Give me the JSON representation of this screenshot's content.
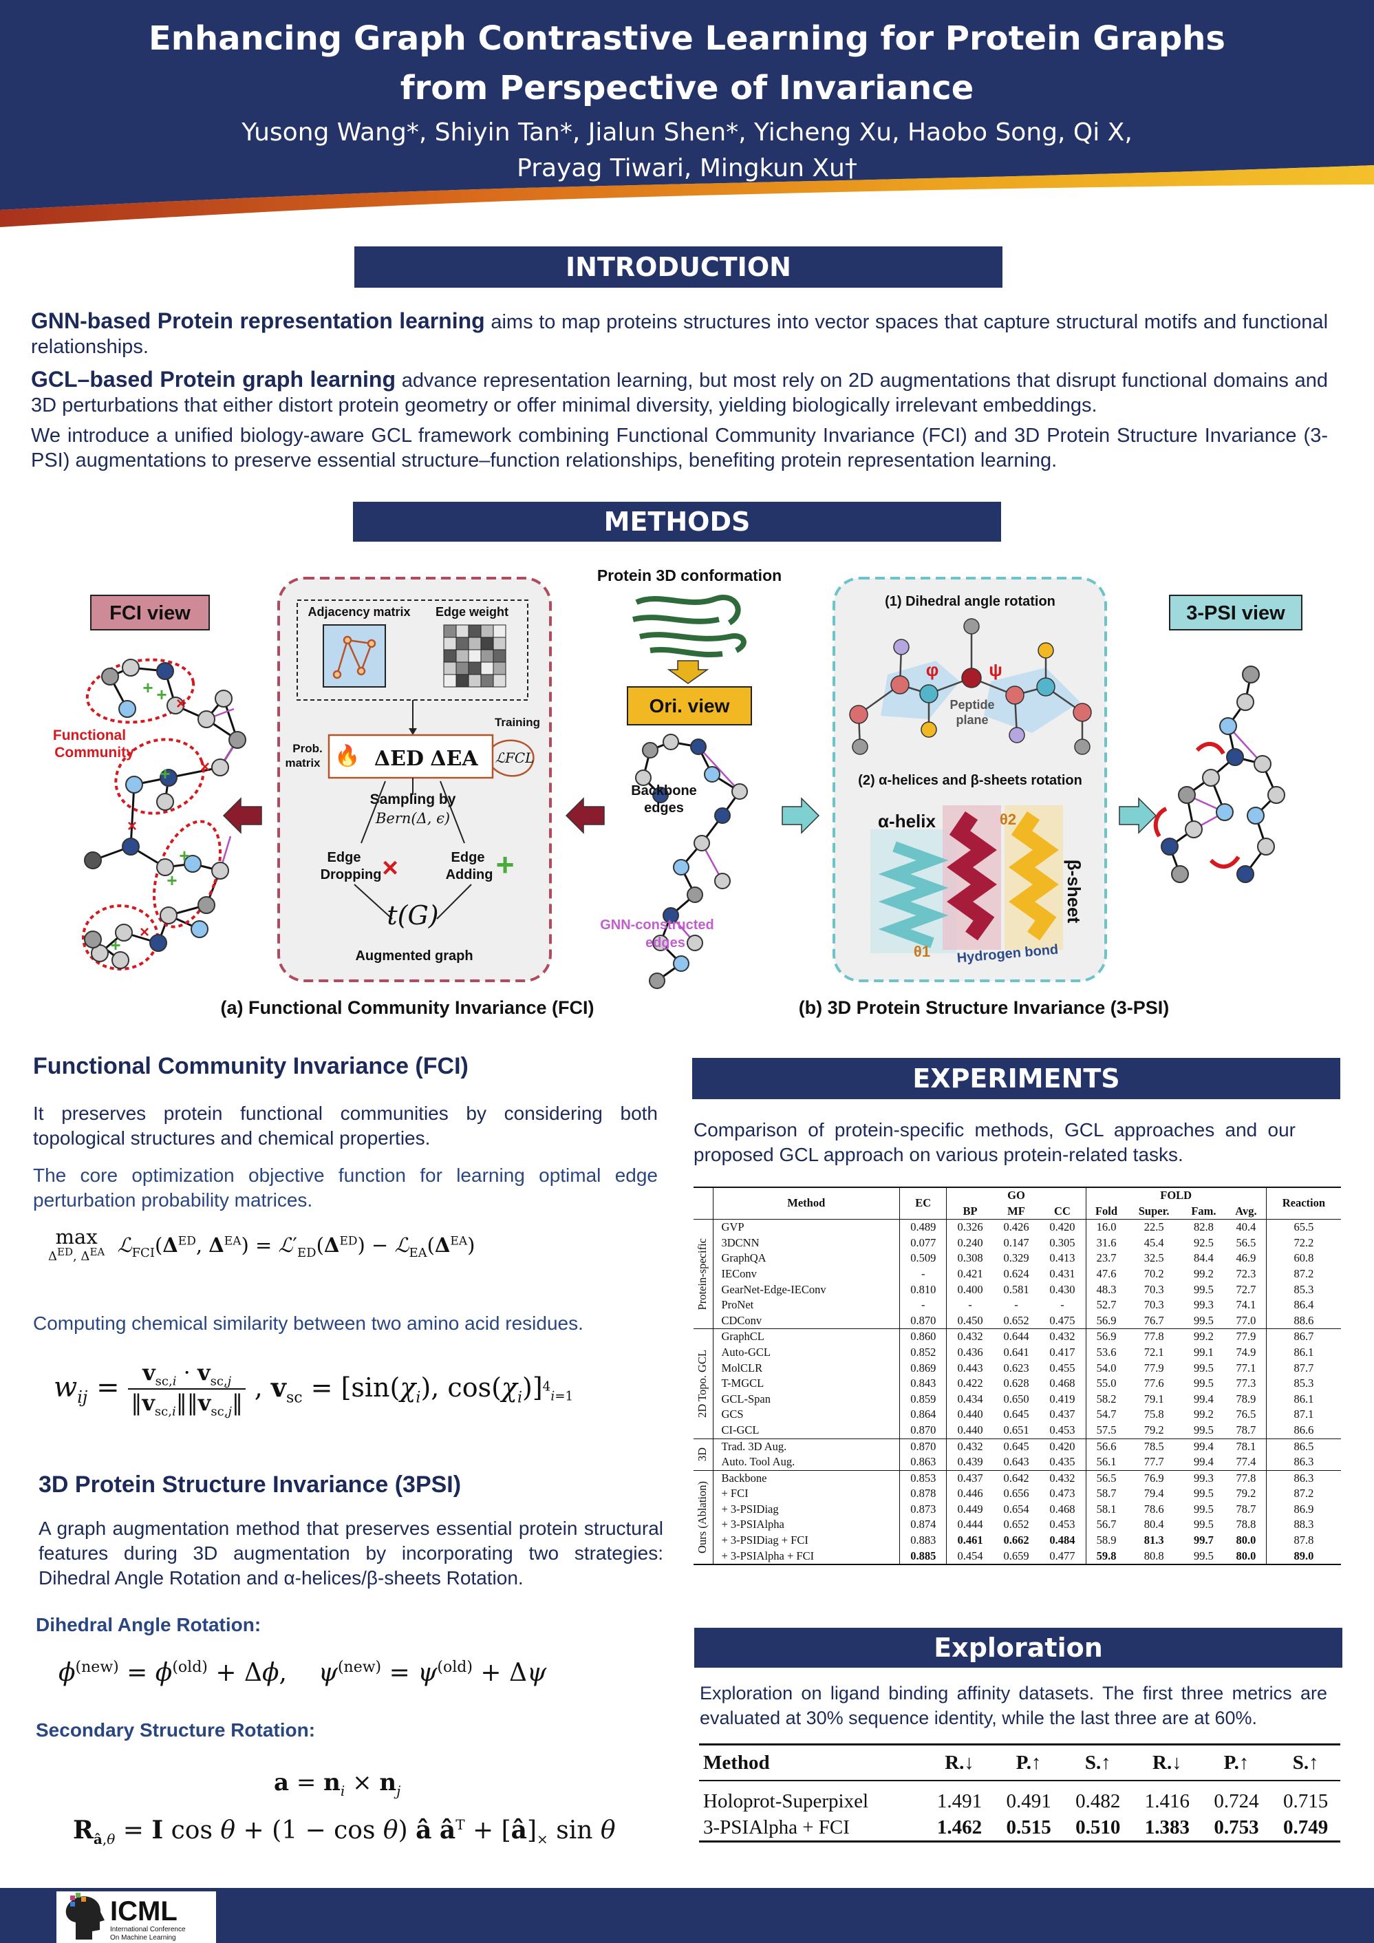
{
  "header": {
    "title_line1": "Enhancing Graph Contrastive Learning for Protein Graphs",
    "title_line2": "from Perspective of Invariance",
    "authors_line1": "Yusong Wang*, Shiyin Tan*, Jialun Shen*, Yicheng Xu, Haobo Song, Qi X,",
    "authors_line2": "Prayag Tiwari,  Mingkun Xu†"
  },
  "colors": {
    "navy": "#243468",
    "gold": "#e9a91e",
    "red": "#c5364a"
  },
  "introduction": {
    "heading": "INTRODUCTION",
    "p1_bold": "GNN-based Protein representation learning",
    "p1_rest": " aims to map proteins structures into vector spaces that capture structural motifs and functional relationships.",
    "p2_bold": "GCL–based Protein graph learning",
    "p2_rest": " advance representation learning, but most rely on 2D augmentations that disrupt functional domains and 3D perturbations that either distort protein geometry or offer minimal diversity, yielding biologically irrelevant embeddings.",
    "p3": "We introduce a unified biology-aware GCL framework combining Functional Community Invariance (FCI) and 3D Protein Structure Invariance (3-PSI) augmentations to preserve essential structure–function relationships, benefiting protein representation learning."
  },
  "methods": {
    "heading": "METHODS",
    "figure": {
      "fci_view": "FCI view",
      "psi_view": "3-PSI view",
      "functional_community_1": "Functional",
      "functional_community_2": "Community",
      "adjacency_matrix": "Adjacency matrix",
      "edge_weight": "Edge weight",
      "prob_matrix_1": "Prob.",
      "prob_matrix_2": "matrix",
      "training": "Training",
      "delta_ed": "ΔED",
      "delta_ea": "ΔEA",
      "loss_fcl": "ℒFCL",
      "sampling_1": "Sampling by",
      "sampling_2": "Bern(Δ, ϵ)",
      "edge_dropping_1": "Edge",
      "edge_dropping_2": "Dropping",
      "edge_adding_1": "Edge",
      "edge_adding_2": "Adding",
      "tg": "t(G)",
      "augmented_graph": "Augmented graph",
      "protein_3d": "Protein 3D conformation",
      "ori_view": "Ori. view",
      "backbone_1": "Backbone",
      "backbone_2": "edges",
      "gnn_1": "GNN-constructed",
      "gnn_2": "edges",
      "dihedral_title": "(1) Dihedral angle rotation",
      "peptide_1": "Peptide",
      "peptide_2": "plane",
      "helix_title": "(2) α-helices and β-sheets rotation",
      "alpha_helix": "α-helix",
      "beta_sheet": "β-sheet",
      "hydrogen_bond": "Hydrogen bond",
      "theta1": "θ1",
      "theta2": "θ2",
      "phi": "φ",
      "psi": "ψ",
      "caption_a": "(a) Functional Community Invariance (FCI)",
      "caption_b": "(b) 3D Protein Structure Invariance (3-PSI)"
    }
  },
  "fci": {
    "heading": "Functional Community Invariance (FCI)",
    "p1": "It preserves protein functional communities by considering both topological structures and chemical properties.",
    "p2": "The core optimization objective function for learning optimal edge perturbation probability matrices.",
    "eq1": "max 𝓛FCI(ΔED, ΔEA) = 𝓛′ED(ΔED) − 𝓛EA(ΔEA)",
    "p3": "Computing chemical similarity between two amino acid residues.",
    "eq2": "wij = vsc,i · vsc,j / ‖vsc,i‖‖vsc,j‖ , vsc = [sin(χi), cos(χi)]⁴i=1"
  },
  "psi": {
    "heading": "3D Protein Structure Invariance (3PSI)",
    "p1": "A graph augmentation method that preserves essential protein structural features during 3D augmentation by incorporating two strategies: Dihedral Angle Rotation and α-helices/β-sheets Rotation.",
    "dihedral_heading": "Dihedral Angle Rotation:",
    "eq3": "φ(new) = φ(old) + Δφ,    ψ(new) = ψ(old) + Δψ",
    "secondary_heading": "Secondary Structure Rotation:",
    "eq4": "a = ni × nj",
    "eq5": "Râ,θ = I cos θ + (1 − cos θ) â âᵀ + [â]× sin θ"
  },
  "experiments": {
    "heading": "EXPERIMENTS",
    "caption": "Comparison of protein-specific methods, GCL approaches and our proposed GCL approach on various protein-related tasks.",
    "headers": {
      "method": "Method",
      "ec": "EC",
      "go": "GO",
      "bp": "BP",
      "mf": "MF",
      "cc": "CC",
      "fold": "FOLD",
      "fold_fold": "Fold",
      "super": "Super.",
      "fam": "Fam.",
      "avg": "Avg.",
      "reaction": "Reaction"
    },
    "groups": [
      {
        "label": "Protein-specific",
        "rows": [
          [
            "GVP",
            "0.489",
            "0.326",
            "0.426",
            "0.420",
            "16.0",
            "22.5",
            "82.8",
            "40.4",
            "65.5"
          ],
          [
            "3DCNN",
            "0.077",
            "0.240",
            "0.147",
            "0.305",
            "31.6",
            "45.4",
            "92.5",
            "56.5",
            "72.2"
          ],
          [
            "GraphQA",
            "0.509",
            "0.308",
            "0.329",
            "0.413",
            "23.7",
            "32.5",
            "84.4",
            "46.9",
            "60.8"
          ],
          [
            "IEConv",
            "-",
            "0.421",
            "0.624",
            "0.431",
            "47.6",
            "70.2",
            "99.2",
            "72.3",
            "87.2"
          ],
          [
            "GearNet-Edge-IEConv",
            "0.810",
            "0.400",
            "0.581",
            "0.430",
            "48.3",
            "70.3",
            "99.5",
            "72.7",
            "85.3"
          ],
          [
            "ProNet",
            "-",
            "-",
            "-",
            "-",
            "52.7",
            "70.3",
            "99.3",
            "74.1",
            "86.4"
          ],
          [
            "CDConv",
            "0.870",
            "0.450",
            "0.652",
            "0.475",
            "56.9",
            "76.7",
            "99.5",
            "77.0",
            "88.6"
          ]
        ]
      },
      {
        "label": "2D Topo. GCL",
        "rows": [
          [
            "GraphCL",
            "0.860",
            "0.432",
            "0.644",
            "0.432",
            "56.9",
            "77.8",
            "99.2",
            "77.9",
            "86.7"
          ],
          [
            "Auto-GCL",
            "0.852",
            "0.436",
            "0.641",
            "0.417",
            "53.6",
            "72.1",
            "99.1",
            "74.9",
            "86.1"
          ],
          [
            "MolCLR",
            "0.869",
            "0.443",
            "0.623",
            "0.455",
            "54.0",
            "77.9",
            "99.5",
            "77.1",
            "87.7"
          ],
          [
            "T-MGCL",
            "0.843",
            "0.422",
            "0.628",
            "0.468",
            "55.0",
            "77.6",
            "99.5",
            "77.3",
            "85.3"
          ],
          [
            "GCL-Span",
            "0.859",
            "0.434",
            "0.650",
            "0.419",
            "58.2",
            "79.1",
            "99.4",
            "78.9",
            "86.1"
          ],
          [
            "GCS",
            "0.864",
            "0.440",
            "0.645",
            "0.437",
            "54.7",
            "75.8",
            "99.2",
            "76.5",
            "87.1"
          ],
          [
            "CI-GCL",
            "0.870",
            "0.440",
            "0.651",
            "0.453",
            "57.5",
            "79.2",
            "99.5",
            "78.7",
            "86.6"
          ]
        ]
      },
      {
        "label": "3D",
        "rows": [
          [
            "Trad. 3D Aug.",
            "0.870",
            "0.432",
            "0.645",
            "0.420",
            "56.6",
            "78.5",
            "99.4",
            "78.1",
            "86.5"
          ],
          [
            "Auto. Tool Aug.",
            "0.863",
            "0.439",
            "0.643",
            "0.435",
            "56.1",
            "77.7",
            "99.4",
            "77.4",
            "86.3"
          ]
        ]
      },
      {
        "label": "Ours (Ablation)",
        "rows": [
          [
            "Backbone",
            "0.853",
            "0.437",
            "0.642",
            "0.432",
            "56.5",
            "76.9",
            "99.3",
            "77.8",
            "86.3"
          ],
          [
            "+ FCI",
            "0.878",
            "0.446",
            "0.656",
            "0.473",
            "58.7",
            "79.4",
            "99.5",
            "79.2",
            "87.2"
          ],
          [
            "+ 3-PSIDiag",
            "0.873",
            "0.449",
            "0.654",
            "0.468",
            "58.1",
            "78.6",
            "99.5",
            "78.7",
            "86.9"
          ],
          [
            "+ 3-PSIAlpha",
            "0.874",
            "0.444",
            "0.652",
            "0.453",
            "56.7",
            "80.4",
            "99.5",
            "78.8",
            "88.3"
          ],
          [
            "+ 3-PSIDiag + FCI",
            "0.883",
            "**0.461",
            "**0.662",
            "**0.484",
            "58.9",
            "**81.3",
            "**99.7",
            "**80.0",
            "87.8"
          ],
          [
            "+ 3-PSIAlpha + FCI",
            "**0.885",
            "0.454",
            "0.659",
            "0.477",
            "**59.8",
            "80.8",
            "99.5",
            "**80.0",
            "**89.0"
          ]
        ]
      }
    ]
  },
  "exploration": {
    "heading": "Exploration",
    "caption": "Exploration on ligand binding affinity datasets. The first three metrics are evaluated at 30% sequence identity, while the last three are at 60%.",
    "headers": [
      "Method",
      "R.↓",
      "P.↑",
      "S.↑",
      "R.↓",
      "P.↑",
      "S.↑"
    ],
    "rows": [
      [
        "Holoprot-Superpixel",
        "1.491",
        "0.491",
        "0.482",
        "1.416",
        "0.724",
        "0.715"
      ],
      [
        "3-PSIAlpha + FCI",
        "1.462",
        "0.515",
        "0.510",
        "1.383",
        "0.753",
        "0.749"
      ]
    ]
  },
  "footer": {
    "logo_text": "ICML",
    "logo_sub1": "International Conference",
    "logo_sub2": "On Machine Learning"
  }
}
